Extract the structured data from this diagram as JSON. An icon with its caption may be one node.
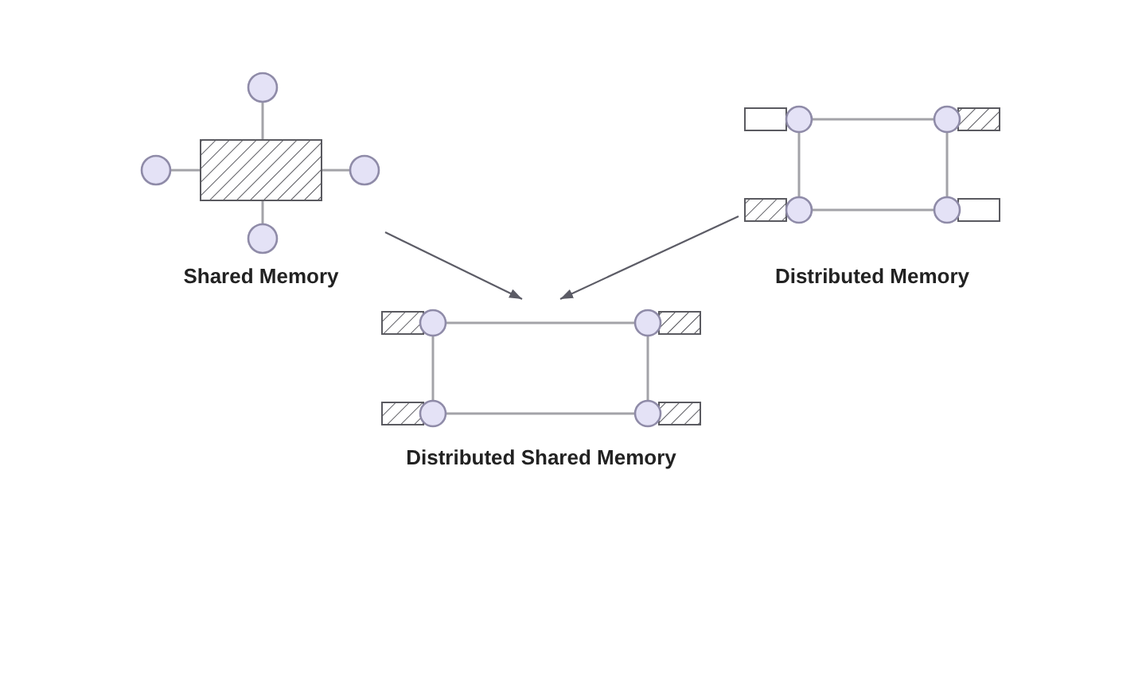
{
  "diagram": {
    "nodes": [
      {
        "text": [
          "Shared Memory"
        ]
      },
      {
        "text": [
          "Distributed Memory"
        ]
      },
      {
        "text": [
          "Distributed Shared Memory"
        ]
      }
    ],
    "edges": [
      {
        "from": 0,
        "to": 2,
        "arrow": "to"
      },
      {
        "from": 1,
        "to": 2,
        "arrow": "to"
      }
    ]
  }
}
